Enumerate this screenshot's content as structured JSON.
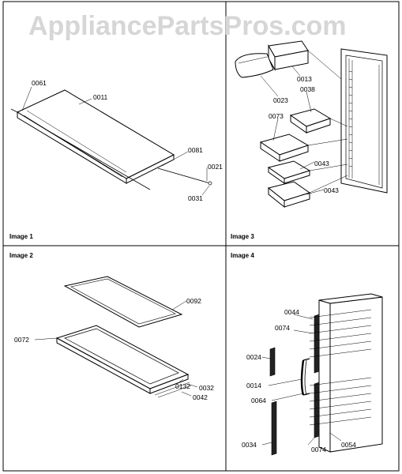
{
  "watermark": "AppliancePartsPros.com",
  "panels": [
    {
      "label": "Image 1"
    },
    {
      "label": "Image 3"
    },
    {
      "label": "Image 2"
    },
    {
      "label": "Image 4"
    }
  ],
  "parts": {
    "p1": [
      "0061",
      "0011",
      "0081",
      "0021",
      "0031"
    ],
    "p3": [
      "0013",
      "0023",
      "0038",
      "0073",
      "0043",
      "0043"
    ],
    "p2": [
      "0092",
      "0072",
      "0132",
      "0032",
      "0042"
    ],
    "p4": [
      "0044",
      "0074",
      "0024",
      "0014",
      "0064",
      "0034",
      "0074",
      "0054"
    ]
  },
  "colors": {
    "line": "#000000",
    "watermark": "#d6d6d6",
    "background": "#ffffff"
  }
}
